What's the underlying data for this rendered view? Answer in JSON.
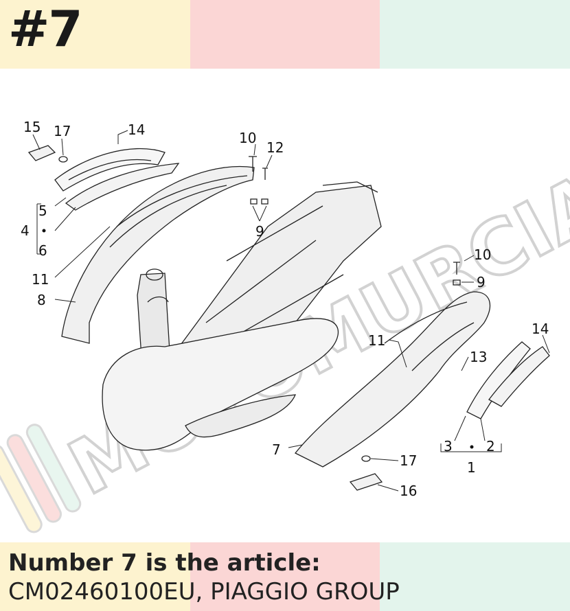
{
  "header": {
    "number_badge": "#7"
  },
  "bands": {
    "yellow": "#fdf3cf",
    "pink": "#fbd6d5",
    "mint": "#e3f4ec"
  },
  "callouts": [
    {
      "id": "c15",
      "label": "15"
    },
    {
      "id": "c17a",
      "label": "17"
    },
    {
      "id": "c14a",
      "label": "14"
    },
    {
      "id": "c10a",
      "label": "10"
    },
    {
      "id": "c12",
      "label": "12"
    },
    {
      "id": "c5",
      "label": "5"
    },
    {
      "id": "c4",
      "label": "4"
    },
    {
      "id": "c6",
      "label": "6"
    },
    {
      "id": "c9a",
      "label": "9"
    },
    {
      "id": "c11a",
      "label": "11"
    },
    {
      "id": "c8",
      "label": "8"
    },
    {
      "id": "c10b",
      "label": "10"
    },
    {
      "id": "c9b",
      "label": "9"
    },
    {
      "id": "c11b",
      "label": "11"
    },
    {
      "id": "c14b",
      "label": "14"
    },
    {
      "id": "c13",
      "label": "13"
    },
    {
      "id": "c3",
      "label": "3"
    },
    {
      "id": "c2",
      "label": "2"
    },
    {
      "id": "c1",
      "label": "1"
    },
    {
      "id": "c7",
      "label": "7"
    },
    {
      "id": "c17b",
      "label": "17"
    },
    {
      "id": "c16",
      "label": "16"
    }
  ],
  "watermark": {
    "text": "MOTOMURCIA"
  },
  "caption": {
    "line1": "Number 7 is the article:",
    "line2": "CM02460100EU, PIAGGIO GROUP"
  }
}
